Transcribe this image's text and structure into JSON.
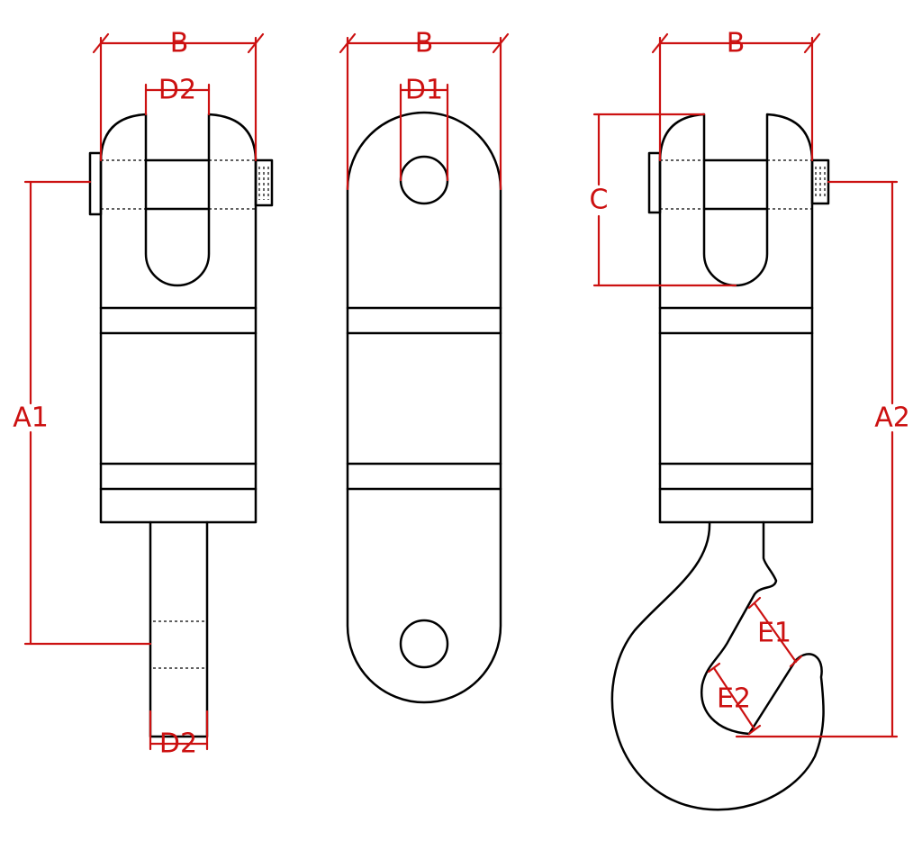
{
  "colors": {
    "outline": "#000000",
    "dimension": "#cc1111",
    "background": "#ffffff"
  },
  "views": [
    {
      "name": "jaw-end swivel",
      "labels": {
        "width": "B",
        "jaw_gap": "D2",
        "shank_diameter": "D2",
        "length": "A1"
      }
    },
    {
      "name": "eye-end swivel",
      "labels": {
        "width": "B",
        "eye_diameter": "D1"
      }
    },
    {
      "name": "jaw-hook swivel",
      "labels": {
        "width": "B",
        "jaw_depth": "C",
        "length": "A2",
        "throat_opening": "E1",
        "throat_depth": "E2"
      }
    }
  ]
}
